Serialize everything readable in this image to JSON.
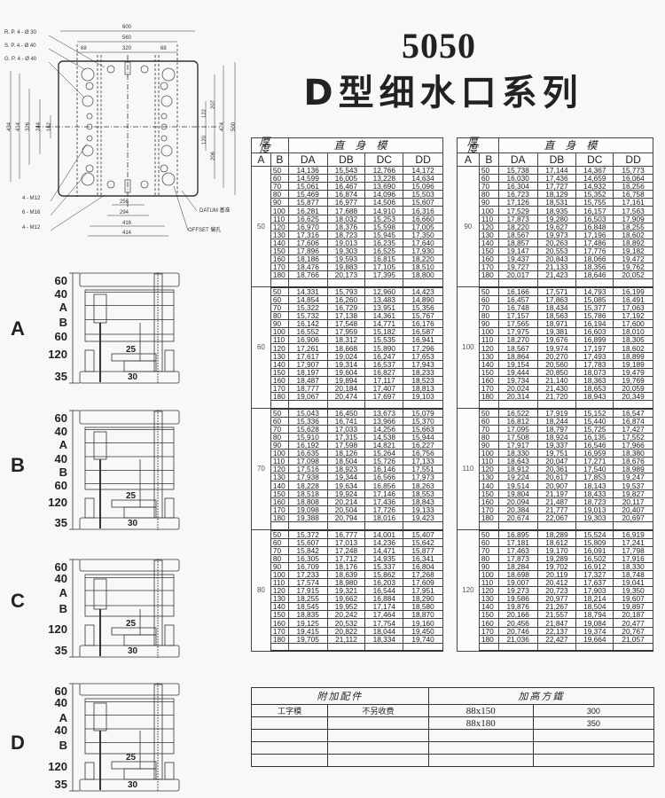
{
  "title": {
    "model": "5050",
    "series": "D型细水口系列"
  },
  "plan_drawing": {
    "labels": [
      "600",
      "560",
      "68",
      "320",
      "68",
      "R. P. 4 - Ø 30",
      "S. P. 4 - Ø 40",
      "G. P. 4 - Ø 40",
      "434",
      "414",
      "326",
      "244",
      "162",
      "122",
      "207",
      "120",
      "206",
      "474",
      "500",
      "4 - M12",
      "6 - M16",
      "4 - M12",
      "256",
      "294",
      "416",
      "414",
      "DATUM 基准",
      "OFFSET 偏孔"
    ]
  },
  "side_views": [
    {
      "letter": "A",
      "labels": [
        "60",
        "40",
        "A",
        "B",
        "60",
        "120",
        "35"
      ],
      "dims": [
        "25",
        "30"
      ]
    },
    {
      "letter": "B",
      "labels": [
        "60",
        "40",
        "A",
        "40",
        "B",
        "60",
        "120",
        "35"
      ],
      "dims": [
        "25",
        "30"
      ]
    },
    {
      "letter": "C",
      "labels": [
        "60",
        "40",
        "A",
        "B",
        "120",
        "35"
      ],
      "dims": [
        "25",
        "30"
      ]
    },
    {
      "letter": "D",
      "labels": [
        "60",
        "40",
        "A",
        "40",
        "B",
        "120",
        "35"
      ],
      "dims": [
        "25",
        "30"
      ]
    }
  ],
  "spec_table": {
    "header_thickness": "厚度",
    "header_straight": "直身模",
    "columns": [
      "A",
      "B",
      "DA",
      "DB",
      "DC",
      "DD"
    ],
    "left_groups": [
      {
        "A": "50",
        "rows": [
          [
            "50",
            "14,136",
            "15,543",
            "12,766",
            "14,172"
          ],
          [
            "60",
            "14,599",
            "16,005",
            "13,228",
            "14,634"
          ],
          [
            "70",
            "15,061",
            "16,467",
            "13,690",
            "15,096"
          ],
          [
            "80",
            "15,469",
            "16,874",
            "14,096",
            "15,503"
          ],
          [
            "90",
            "15,877",
            "16,977",
            "14,506",
            "15,607"
          ],
          [
            "100",
            "16,281",
            "17,688",
            "14,910",
            "16,316"
          ],
          [
            "110",
            "16,625",
            "18,032",
            "15,253",
            "16,660"
          ],
          [
            "120",
            "16,970",
            "18,376",
            "15,598",
            "17,005"
          ],
          [
            "130",
            "17,316",
            "18,723",
            "15,945",
            "17,350"
          ],
          [
            "140",
            "17,606",
            "19,013",
            "16,235",
            "17,640"
          ],
          [
            "150",
            "17,896",
            "19,303",
            "16,525",
            "17,930"
          ],
          [
            "160",
            "18,186",
            "19,593",
            "16,815",
            "18,220"
          ],
          [
            "170",
            "18,476",
            "19,883",
            "17,105",
            "18,510"
          ],
          [
            "180",
            "18,766",
            "20,173",
            "17,395",
            "18,800"
          ]
        ]
      },
      {
        "A": "60",
        "rows": [
          [
            "50",
            "14,331",
            "15,793",
            "12,960",
            "14,423"
          ],
          [
            "60",
            "14,854",
            "16,260",
            "13,483",
            "14,890"
          ],
          [
            "70",
            "15,322",
            "16,729",
            "13,951",
            "15,356"
          ],
          [
            "80",
            "15,732",
            "17,138",
            "14,361",
            "15,767"
          ],
          [
            "90",
            "16,142",
            "17,548",
            "14,771",
            "16,176"
          ],
          [
            "100",
            "16,552",
            "17,959",
            "15,182",
            "16,587"
          ],
          [
            "110",
            "16,906",
            "18,312",
            "15,535",
            "16,941"
          ],
          [
            "120",
            "17,261",
            "18,668",
            "15,890",
            "17,296"
          ],
          [
            "130",
            "17,617",
            "19,024",
            "16,247",
            "17,653"
          ],
          [
            "140",
            "17,907",
            "19,314",
            "16,537",
            "17,943"
          ],
          [
            "150",
            "18,197",
            "19,604",
            "16,827",
            "18,233"
          ],
          [
            "160",
            "18,487",
            "19,894",
            "17,117",
            "18,523"
          ],
          [
            "170",
            "18,777",
            "20,184",
            "17,407",
            "18,813"
          ],
          [
            "180",
            "19,067",
            "20,474",
            "17,697",
            "19,103"
          ]
        ]
      },
      {
        "A": "70",
        "rows": [
          [
            "50",
            "15,043",
            "16,450",
            "13,673",
            "15,079"
          ],
          [
            "60",
            "15,336",
            "16,741",
            "13,966",
            "15,370"
          ],
          [
            "70",
            "15,628",
            "17,033",
            "14,256",
            "15,663"
          ],
          [
            "80",
            "15,910",
            "17,315",
            "14,538",
            "15,944"
          ],
          [
            "90",
            "16,192",
            "17,598",
            "14,821",
            "16,227"
          ],
          [
            "100",
            "16,635",
            "18,126",
            "15,264",
            "16,756"
          ],
          [
            "110",
            "17,098",
            "18,504",
            "15,726",
            "17,133"
          ],
          [
            "120",
            "17,516",
            "18,923",
            "16,146",
            "17,551"
          ],
          [
            "130",
            "17,938",
            "19,344",
            "16,566",
            "17,973"
          ],
          [
            "140",
            "18,228",
            "19,634",
            "16,856",
            "18,263"
          ],
          [
            "150",
            "18,518",
            "19,924",
            "17,146",
            "18,553"
          ],
          [
            "160",
            "18,808",
            "20,214",
            "17,436",
            "18,843"
          ],
          [
            "170",
            "19,098",
            "20,504",
            "17,726",
            "19,133"
          ],
          [
            "180",
            "19,388",
            "20,794",
            "18,016",
            "19,423"
          ]
        ]
      },
      {
        "A": "80",
        "rows": [
          [
            "50",
            "15,372",
            "16,777",
            "14,001",
            "15,407"
          ],
          [
            "60",
            "15,607",
            "17,013",
            "14,236",
            "15,642"
          ],
          [
            "70",
            "15,842",
            "17,248",
            "14,471",
            "15,877"
          ],
          [
            "80",
            "16,305",
            "17,712",
            "14,935",
            "16,341"
          ],
          [
            "90",
            "16,709",
            "18,176",
            "15,337",
            "16,804"
          ],
          [
            "100",
            "17,233",
            "18,639",
            "15,862",
            "17,268"
          ],
          [
            "110",
            "17,574",
            "18,980",
            "16,203",
            "17,609"
          ],
          [
            "120",
            "17,915",
            "19,321",
            "16,544",
            "17,951"
          ],
          [
            "130",
            "18,255",
            "19,662",
            "16,884",
            "18,290"
          ],
          [
            "140",
            "18,545",
            "19,952",
            "17,174",
            "18,580"
          ],
          [
            "150",
            "18,835",
            "20,242",
            "17,464",
            "18,870"
          ],
          [
            "160",
            "19,125",
            "20,532",
            "17,754",
            "19,160"
          ],
          [
            "170",
            "19,415",
            "20,822",
            "18,044",
            "19,450"
          ],
          [
            "180",
            "19,705",
            "21,112",
            "18,334",
            "19,740"
          ]
        ]
      }
    ],
    "right_groups": [
      {
        "A": "90",
        "rows": [
          [
            "50",
            "15,738",
            "17,144",
            "14,367",
            "15,773"
          ],
          [
            "60",
            "16,030",
            "17,436",
            "14,659",
            "16,064"
          ],
          [
            "70",
            "16,304",
            "17,727",
            "14,932",
            "16,256"
          ],
          [
            "80",
            "16,723",
            "18,129",
            "15,352",
            "16,758"
          ],
          [
            "90",
            "17,126",
            "18,531",
            "15,755",
            "17,161"
          ],
          [
            "100",
            "17,529",
            "18,935",
            "16,157",
            "17,563"
          ],
          [
            "110",
            "17,873",
            "19,280",
            "16,503",
            "17,909"
          ],
          [
            "120",
            "18,220",
            "19,627",
            "16,848",
            "18,255"
          ],
          [
            "130",
            "18,567",
            "19,973",
            "17,196",
            "18,602"
          ],
          [
            "140",
            "18,857",
            "20,263",
            "17,486",
            "18,892"
          ],
          [
            "150",
            "19,147",
            "20,553",
            "17,776",
            "19,182"
          ],
          [
            "160",
            "19,437",
            "20,843",
            "18,066",
            "19,472"
          ],
          [
            "170",
            "19,727",
            "21,133",
            "18,356",
            "19,762"
          ],
          [
            "180",
            "20,017",
            "21,423",
            "18,646",
            "20,052"
          ]
        ]
      },
      {
        "A": "100",
        "rows": [
          [
            "50",
            "16,166",
            "17,571",
            "14,793",
            "16,199"
          ],
          [
            "60",
            "16,457",
            "17,863",
            "15,085",
            "16,491"
          ],
          [
            "70",
            "16,748",
            "18,434",
            "15,377",
            "17,063"
          ],
          [
            "80",
            "17,157",
            "18,563",
            "15,786",
            "17,192"
          ],
          [
            "90",
            "17,565",
            "18,971",
            "16,194",
            "17,600"
          ],
          [
            "100",
            "17,975",
            "19,381",
            "16,603",
            "18,010"
          ],
          [
            "110",
            "18,270",
            "19,676",
            "16,899",
            "18,305"
          ],
          [
            "120",
            "18,567",
            "19,974",
            "17,197",
            "18,602"
          ],
          [
            "130",
            "18,864",
            "20,270",
            "17,493",
            "18,899"
          ],
          [
            "140",
            "19,154",
            "20,560",
            "17,783",
            "19,189"
          ],
          [
            "150",
            "19,444",
            "20,850",
            "18,073",
            "19,479"
          ],
          [
            "160",
            "19,734",
            "21,140",
            "18,363",
            "19,769"
          ],
          [
            "170",
            "20,024",
            "21,430",
            "18,653",
            "20,059"
          ],
          [
            "180",
            "20,314",
            "21,720",
            "18,943",
            "20,349"
          ]
        ]
      },
      {
        "A": "110",
        "rows": [
          [
            "50",
            "16,522",
            "17,919",
            "15,152",
            "16,547"
          ],
          [
            "60",
            "16,812",
            "18,244",
            "15,440",
            "16,874"
          ],
          [
            "70",
            "17,095",
            "18,797",
            "15,725",
            "17,427"
          ],
          [
            "80",
            "17,508",
            "18,924",
            "16,135",
            "17,552"
          ],
          [
            "90",
            "17,917",
            "19,337",
            "16,546",
            "17,966"
          ],
          [
            "100",
            "18,330",
            "19,751",
            "16,959",
            "18,380"
          ],
          [
            "110",
            "18,643",
            "20,047",
            "17,271",
            "18,676"
          ],
          [
            "120",
            "18,912",
            "20,361",
            "17,540",
            "18,989"
          ],
          [
            "130",
            "19,224",
            "20,617",
            "17,853",
            "19,247"
          ],
          [
            "140",
            "19,514",
            "20,907",
            "18,143",
            "19,537"
          ],
          [
            "150",
            "19,804",
            "21,197",
            "18,433",
            "19,827"
          ],
          [
            "160",
            "20,094",
            "21,487",
            "18,723",
            "20,117"
          ],
          [
            "170",
            "20,384",
            "21,777",
            "19,013",
            "20,407"
          ],
          [
            "180",
            "20,674",
            "22,067",
            "19,303",
            "20,697"
          ]
        ]
      },
      {
        "A": "120",
        "rows": [
          [
            "50",
            "16,895",
            "18,289",
            "15,524",
            "16,919"
          ],
          [
            "60",
            "17,181",
            "18,612",
            "15,809",
            "17,241"
          ],
          [
            "70",
            "17,463",
            "19,170",
            "16,091",
            "17,798"
          ],
          [
            "80",
            "17,873",
            "19,289",
            "16,502",
            "17,916"
          ],
          [
            "90",
            "18,284",
            "19,702",
            "16,912",
            "18,330"
          ],
          [
            "100",
            "18,698",
            "20,119",
            "17,327",
            "18,748"
          ],
          [
            "110",
            "19,007",
            "20,412",
            "17,637",
            "19,041"
          ],
          [
            "120",
            "19,273",
            "20,723",
            "17,903",
            "19,350"
          ],
          [
            "130",
            "19,586",
            "20,977",
            "18,214",
            "19,607"
          ],
          [
            "140",
            "19,876",
            "21,267",
            "18,504",
            "19,897"
          ],
          [
            "150",
            "20,166",
            "21,557",
            "18,794",
            "20,187"
          ],
          [
            "160",
            "20,456",
            "21,847",
            "19,084",
            "20,477"
          ],
          [
            "170",
            "20,746",
            "22,137",
            "19,374",
            "20,767"
          ],
          [
            "180",
            "21,036",
            "22,427",
            "19,664",
            "21,057"
          ]
        ]
      }
    ]
  },
  "accessories": {
    "header_left": "附加配件",
    "header_right": "加高方鐵",
    "rows": [
      [
        "工字模",
        "不另收费",
        "88x150",
        "300"
      ],
      [
        "",
        "",
        "88x180",
        "350"
      ],
      [
        "",
        "",
        "",
        ""
      ],
      [
        "",
        "",
        "",
        ""
      ],
      [
        "",
        "",
        "",
        ""
      ]
    ]
  }
}
